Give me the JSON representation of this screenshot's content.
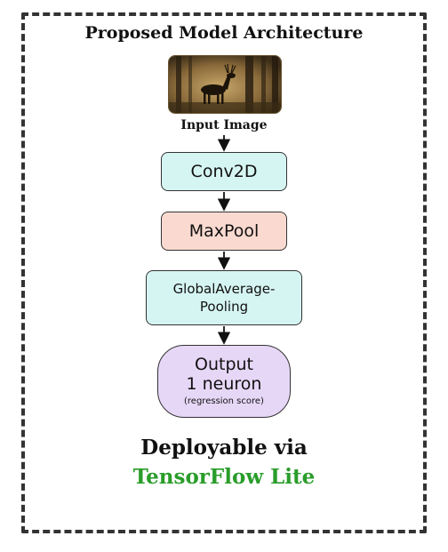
{
  "diagram": {
    "title": "Proposed Model Architecture",
    "input_label": "Input Image",
    "nodes": [
      {
        "id": "conv2d",
        "lines": [
          "Conv2D"
        ],
        "color": "#d5f5f2"
      },
      {
        "id": "maxpool",
        "lines": [
          "MaxPool"
        ],
        "color": "#fadad0"
      },
      {
        "id": "gap",
        "lines": [
          "GlobalAverage-",
          "Pooling"
        ],
        "color": "#d5f5f2"
      },
      {
        "id": "output",
        "lines": [
          "Output",
          "1 neuron",
          "(regression score)"
        ],
        "color": "#e7d7f7"
      }
    ],
    "deploy_text": "Deployable via",
    "deploy_target": "TensorFlow Lite",
    "deploy_target_color": "#2a9d2a",
    "input_icon": "deer-silhouette-image"
  }
}
